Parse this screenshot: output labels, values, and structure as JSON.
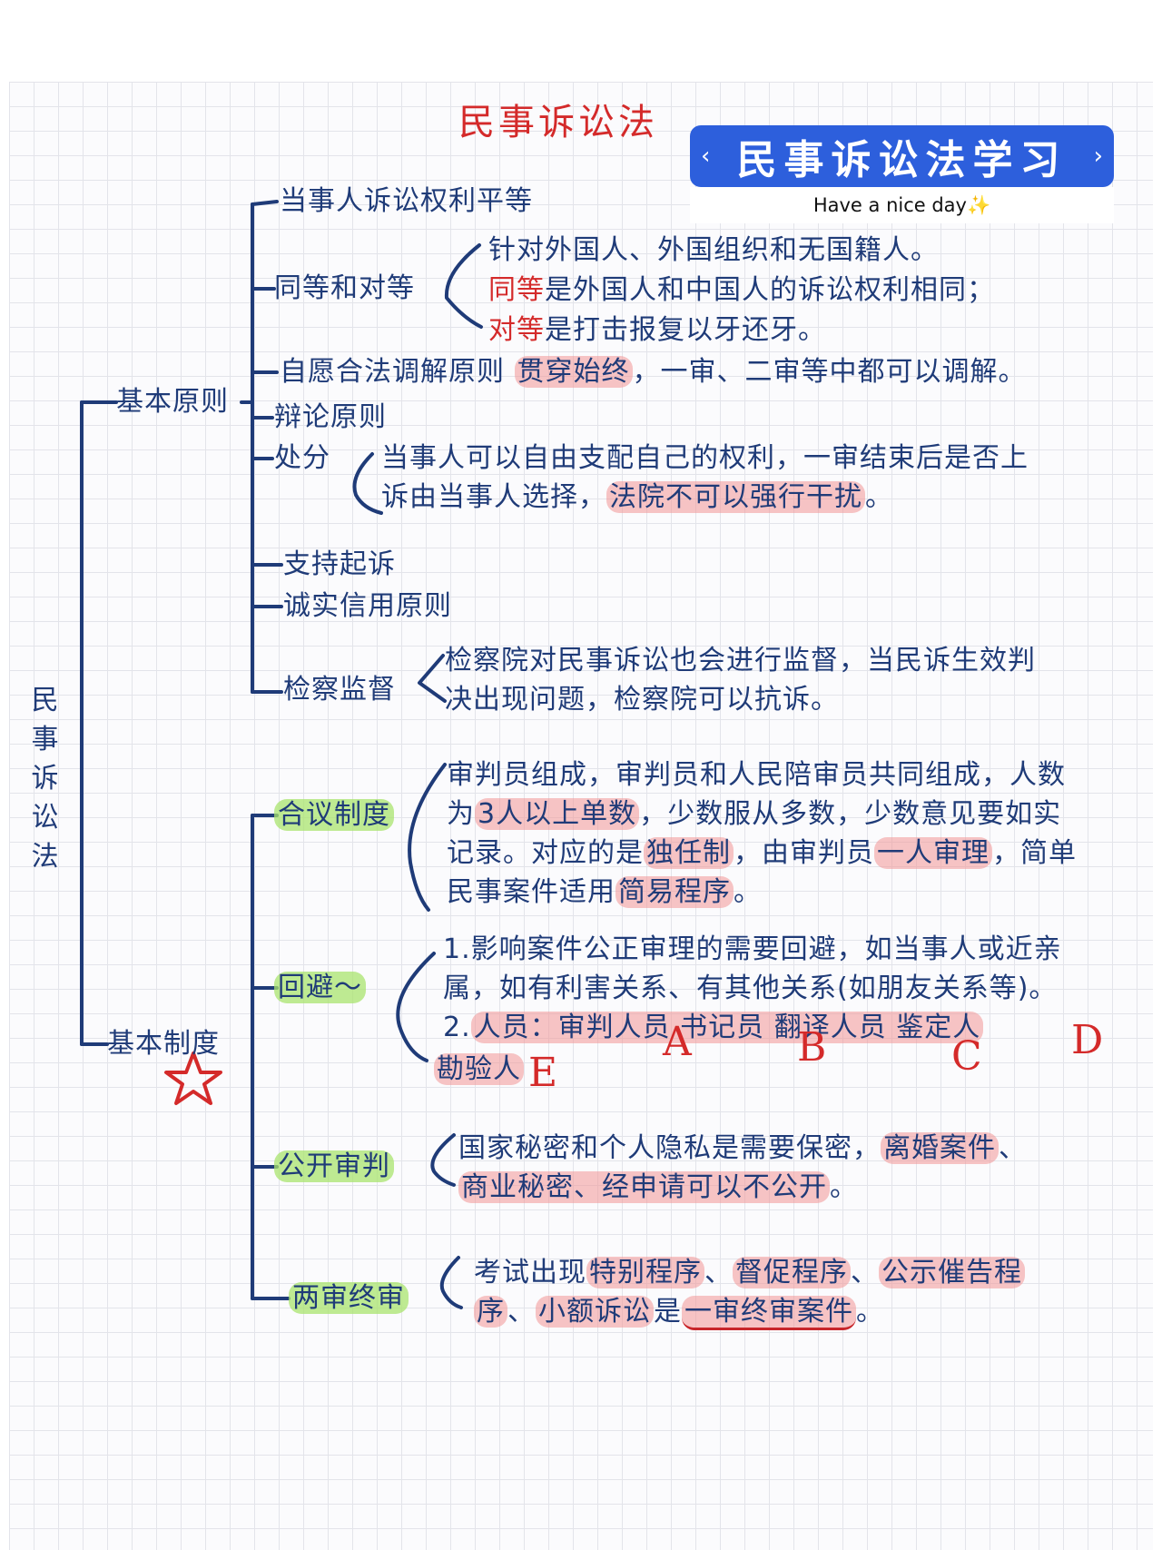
{
  "title": "民事诉讼法",
  "banner": {
    "title": "民事诉讼法学习",
    "subtitle": "Have a nice day",
    "prev_icon": "chevron-left-icon",
    "next_icon": "chevron-right-icon"
  },
  "root": "民事诉讼法",
  "branches": {
    "principles": {
      "label": "基本原则",
      "items": {
        "equal_rights": "当事人诉讼权利平等",
        "reciprocity": {
          "label": "同等和对等",
          "line1": "针对外国人、外国组织和无国籍人。",
          "line2_hl": "同等",
          "line2_rest": "是外国人和中国人的诉讼权利相同；",
          "line3_hl": "对等",
          "line3_rest": "是打击报复以牙还牙。"
        },
        "mediation": {
          "label": "自愿合法调解原则",
          "hl": "贯穿始终",
          "rest": "，一审、二审等中都可以调解。"
        },
        "debate": "辩论原则",
        "disposition": {
          "label": "处分",
          "line1": "当事人可以自由支配自己的权利，一审结束后是否上",
          "line2_a": "诉由当事人选择，",
          "line2_hl": "法院不可以强行干扰",
          "line2_b": "。"
        },
        "support": "支持起诉",
        "good_faith": "诚实信用原则",
        "procuratorate": {
          "label": "检察监督",
          "line1": "检察院对民事诉讼也会进行监督，当民诉生效判",
          "line2": "决出现问题，检察院可以抗诉。"
        }
      }
    },
    "systems": {
      "label": "基本制度",
      "star_icon": "star-icon",
      "items": {
        "collegiate": {
          "label": "合议制度",
          "l1": "审判员组成，审判员和人民陪审员共同组成，人数",
          "l2_a": "为",
          "l2_hl": "3人以上单数",
          "l2_b": "，少数服从多数，少数意见要如实",
          "l3_a": "记录。对应的是",
          "l3_hl1": "独任制",
          "l3_b": "，由审判员",
          "l3_hl2": "一人审理",
          "l3_c": "，简单",
          "l4_a": "民事案件适用",
          "l4_hl": "简易程序",
          "l4_b": "。"
        },
        "recusal": {
          "label": "回避～",
          "l1": "1.影响案件公正审理的需要回避，如当事人或近亲",
          "l2": "属，如有利害关系、有其他关系(如朋友关系等)。",
          "l3_a": "2.",
          "l3_hl": "人员：审判人员  书记员  翻译人员  鉴定人",
          "l4_hl": "勘验人",
          "marks": [
            "A",
            "B",
            "C",
            "D",
            "E"
          ]
        },
        "public_trial": {
          "label": "公开审判",
          "l1_a": "国家秘密和个人隐私是需要保密，",
          "l1_hl": "离婚案件",
          "l1_b": "、",
          "l2_hl": "商业秘密、经申请可以不公开",
          "l2_b": "。"
        },
        "two_tier": {
          "label": "两审终审",
          "l1_a": "考试出现",
          "l1_hl1": "特别程序",
          "l1_b": "、",
          "l1_hl2": "督促程序",
          "l1_c": "、",
          "l1_hl3": "公示催告程",
          "l2_hl1": "序",
          "l2_a": "、",
          "l2_hl2": "小额诉讼",
          "l2_b": "是",
          "l2_u": "一审终审案件",
          "l2_c": "。"
        }
      }
    }
  },
  "colors": {
    "ink": "#1f3b78",
    "red": "#d42a2a",
    "highlight": "#f29696",
    "green": "#aae46e",
    "banner": "#2d5fdc"
  }
}
